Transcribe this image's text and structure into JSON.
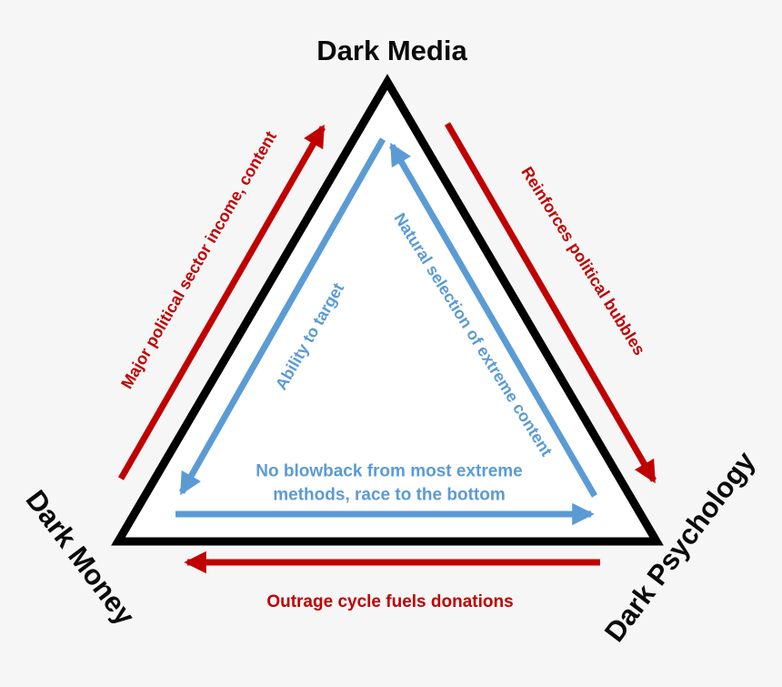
{
  "colors": {
    "outer_cycle": "#c00000",
    "inner_cycle": "#5b9bd5",
    "triangle_stroke": "#000000",
    "triangle_fill": "#ffffff",
    "background": "#f6f6f6"
  },
  "vertices": {
    "top": {
      "label": "Dark Media"
    },
    "bottom_left": {
      "label": "Dark Money"
    },
    "bottom_right": {
      "label": "Dark Psychology"
    }
  },
  "outer_cycle": {
    "arrows": [
      {
        "from": "Dark Money",
        "to": "Dark Media",
        "label": "Major political sector income, content"
      },
      {
        "from": "Dark Media",
        "to": "Dark Psychology",
        "label": "Reinforces political bubbles"
      },
      {
        "from": "Dark Psychology",
        "to": "Dark Money",
        "label": "Outrage cycle fuels donations"
      }
    ]
  },
  "inner_cycle": {
    "arrows": [
      {
        "from": "Dark Media",
        "to": "Dark Money",
        "label": "Ability to target"
      },
      {
        "from": "Dark Psychology",
        "to": "Dark Media",
        "label": "Natural selection of extreme content"
      },
      {
        "from": "Dark Money",
        "to": "Dark Psychology",
        "label": "No blowback from most extreme methods, race to the bottom",
        "label_lines": [
          "No blowback from most extreme",
          "methods, race to the bottom"
        ]
      }
    ]
  }
}
